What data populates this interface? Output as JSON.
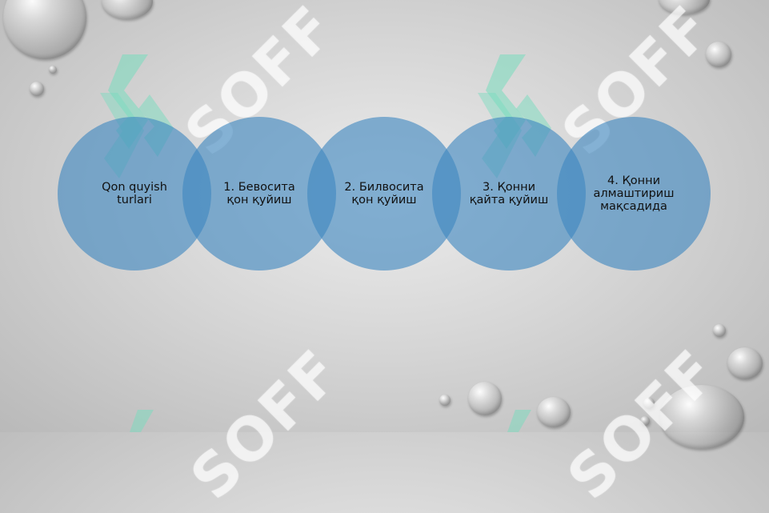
{
  "watermark": {
    "text": "SOFF"
  },
  "diagram": {
    "nodes": [
      {
        "label": "Qon quyish\nturlari"
      },
      {
        "label": "1. Бевосита\nқон қуйиш"
      },
      {
        "label": "2. Билвосита\nқон қуйиш"
      },
      {
        "label": "3. Қонни\nқайта қуйиш"
      },
      {
        "label": "4. Қонни\nалмаштириш\nмақсадида"
      }
    ]
  }
}
